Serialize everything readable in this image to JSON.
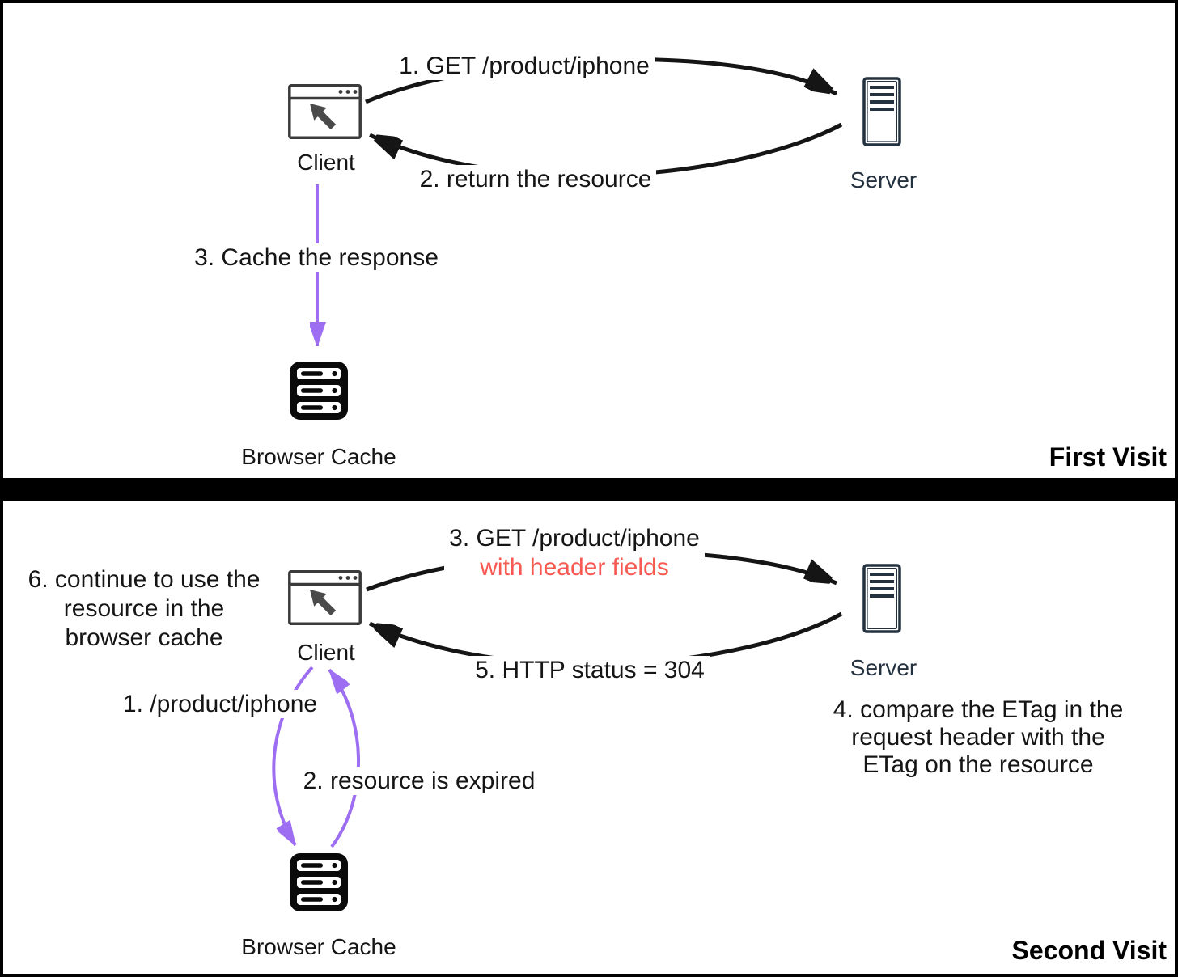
{
  "colors": {
    "arrow_black": "#151515",
    "arrow_purple": "#9d6ef2",
    "note_red": "#f85a52",
    "server_navy": "#24313f"
  },
  "first_visit": {
    "title": "First Visit",
    "client_label": "Client",
    "server_label": "Server",
    "cache_label": "Browser Cache",
    "request_label": "1. GET /product/iphone",
    "response_label": "2. return the resource",
    "cache_arrow_label": "3. Cache the response"
  },
  "second_visit": {
    "title": "Second Visit",
    "client_label": "Client",
    "server_label": "Server",
    "cache_label": "Browser Cache",
    "request_label": "3. GET /product/iphone",
    "request_note": "with header fields",
    "response_label": "5. HTTP status = 304",
    "cache_request_label": "1. /product/iphone",
    "cache_response_label": "2. resource is expired",
    "note_continue_lines": [
      "6. continue to use the",
      "resource in the",
      "browser cache"
    ],
    "note_compare_lines": [
      "4. compare the ETag in the",
      "request header with the",
      "ETag on the resource"
    ]
  }
}
